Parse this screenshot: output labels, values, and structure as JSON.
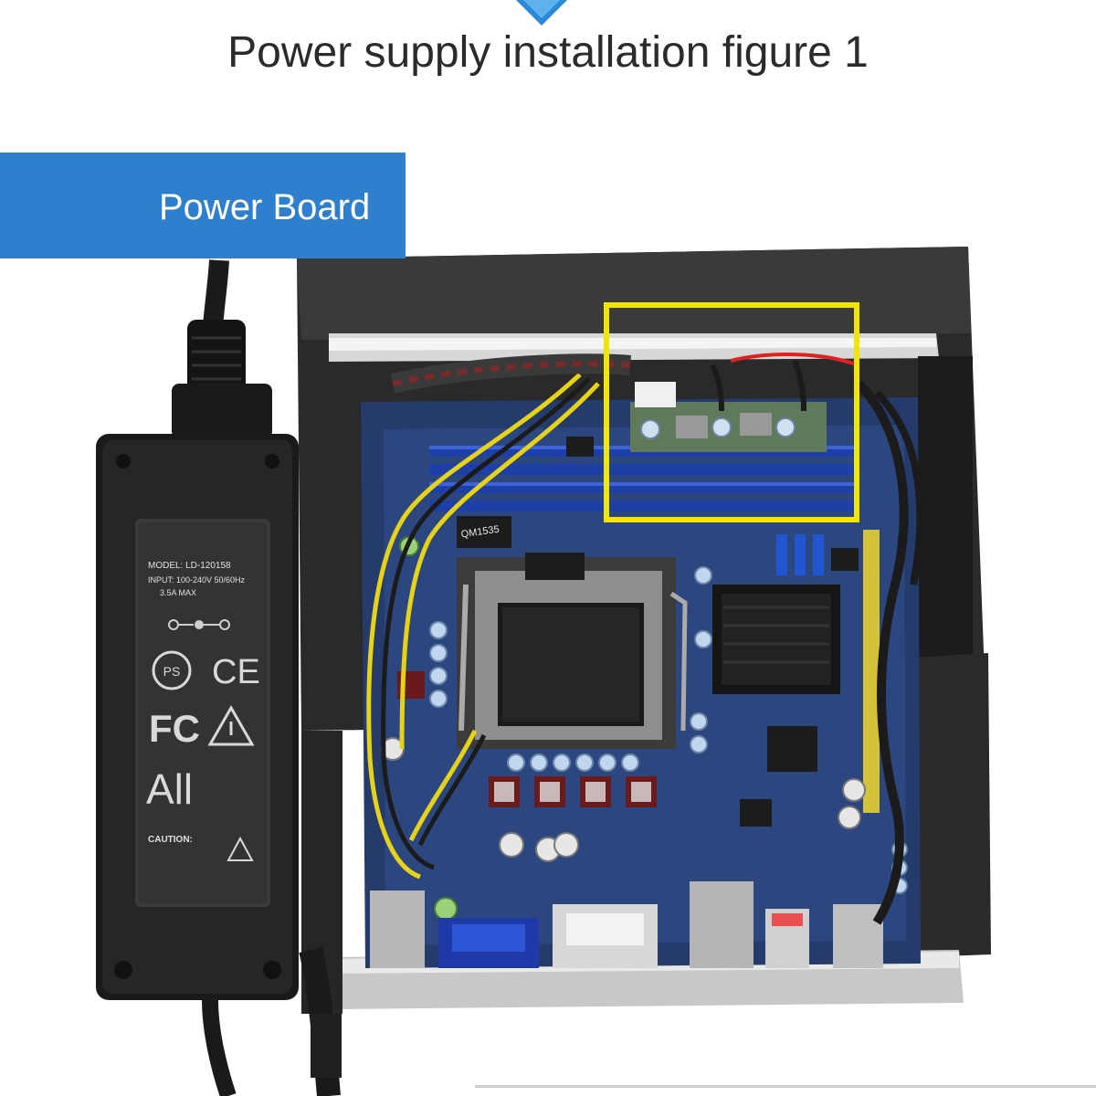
{
  "page": {
    "title": "Power supply installation figure 1"
  },
  "callout": {
    "label": "Power Board",
    "highlight_color": "#f2e600",
    "banner_color": "#2f7fcf"
  },
  "adapter": {
    "model": "MODEL: LD-120158",
    "input": "INPUT: 100-240V  50/60Hz",
    "current": "3.5A MAX",
    "mark_ce": "CE",
    "mark_fc": "FC",
    "mark_all": "All",
    "caution": "CAUTION:"
  },
  "board": {
    "silkscreen": "QM1535"
  }
}
